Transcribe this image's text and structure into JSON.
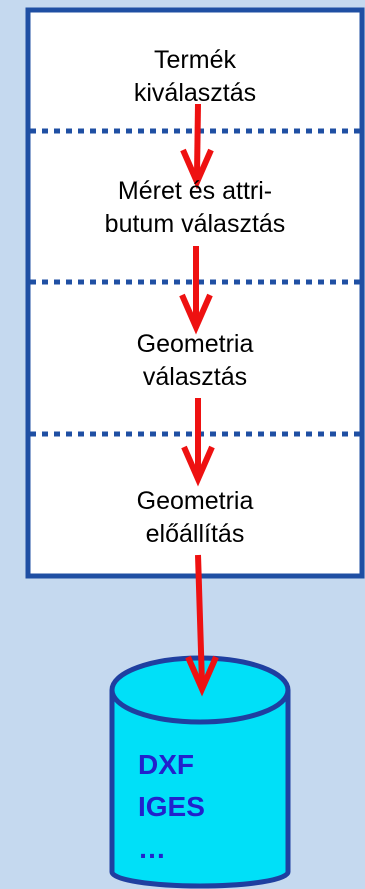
{
  "steps": [
    {
      "line1": "Termék",
      "line2": "kiválasztás"
    },
    {
      "line1": "Méret és attri-",
      "line2": "butum választás"
    },
    {
      "line1": "Geometria",
      "line2": "választás"
    },
    {
      "line1": "Geometria",
      "line2": "előállítás"
    }
  ],
  "database": {
    "formats": [
      "DXF",
      "IGES",
      "…"
    ]
  },
  "colors": {
    "background": "#c5d9ef",
    "box_border": "#1f4fa3",
    "divider": "#1f4fa3",
    "arrow": "#ee1111",
    "cylinder_fill": "#00e0f8",
    "cylinder_stroke": "#1f3fa0",
    "db_text": "#2222cc"
  }
}
